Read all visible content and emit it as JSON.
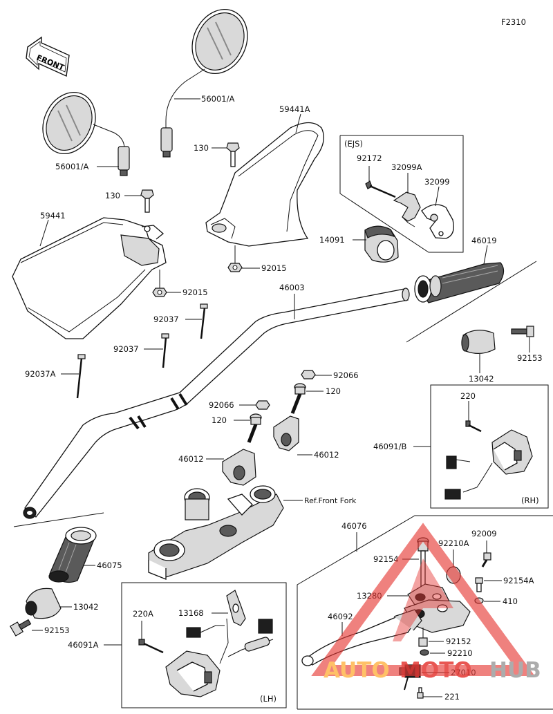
{
  "diagram_id": "F2310",
  "front_label": "FRONT",
  "labels": {
    "mirror_right": "56001/A",
    "mirror_left": "56001/A",
    "handguard_right": "59441A",
    "handguard_left": "59441",
    "bolt_130_right": "130",
    "bolt_130_left": "130",
    "nut_92015_right": "92015",
    "nut_92015_left": "92015",
    "ejs_box": "(EJS)",
    "screw_92172": "92172",
    "housing_32099A": "32099A",
    "housing_32099": "32099",
    "throttle_14091": "14091",
    "grip_right_46019": "46019",
    "handlebar_46003": "46003",
    "clip_92037_upper": "92037",
    "clip_92037_mid": "92037",
    "clip_92037A": "92037A",
    "washer_92066_right": "92066",
    "washer_92066_left": "92066",
    "bolt_120_right": "120",
    "bolt_120_left": "120",
    "holder_46012_right": "46012",
    "holder_46012_left": "46012",
    "ref_front_fork": "Ref.Front Fork",
    "bar_end_weight_right": "13042",
    "bar_end_bolt_right": "92153",
    "grip_left_46075": "46075",
    "bar_end_weight_left": "13042",
    "bar_end_bolt_left": "92153",
    "switch_rh_box_220": "220",
    "switch_rh_46091B": "46091/B",
    "rh_tag": "(RH)",
    "lever_assy_46076": "46076",
    "bolt_92154": "92154",
    "cover_92210A": "92210A",
    "screw_92009": "92009",
    "bolt_92154A": "92154A",
    "holder_13280": "13280",
    "washer_410": "410",
    "lever_46092": "46092",
    "collar_92152": "92152",
    "nut_92210": "92210",
    "switch_27010": "27010",
    "screw_221": "221",
    "switch_lh_220A": "220A",
    "clamp_13168": "13168",
    "switch_lh_46091A": "46091A",
    "lh_tag": "(LH)"
  },
  "watermark": {
    "text_a": "AUTO",
    "text_b": "MOTO",
    "text_c": "HUB",
    "color_red": "#e53935",
    "color_orange": "#ffb74d",
    "color_gray": "#9e9e9e"
  }
}
